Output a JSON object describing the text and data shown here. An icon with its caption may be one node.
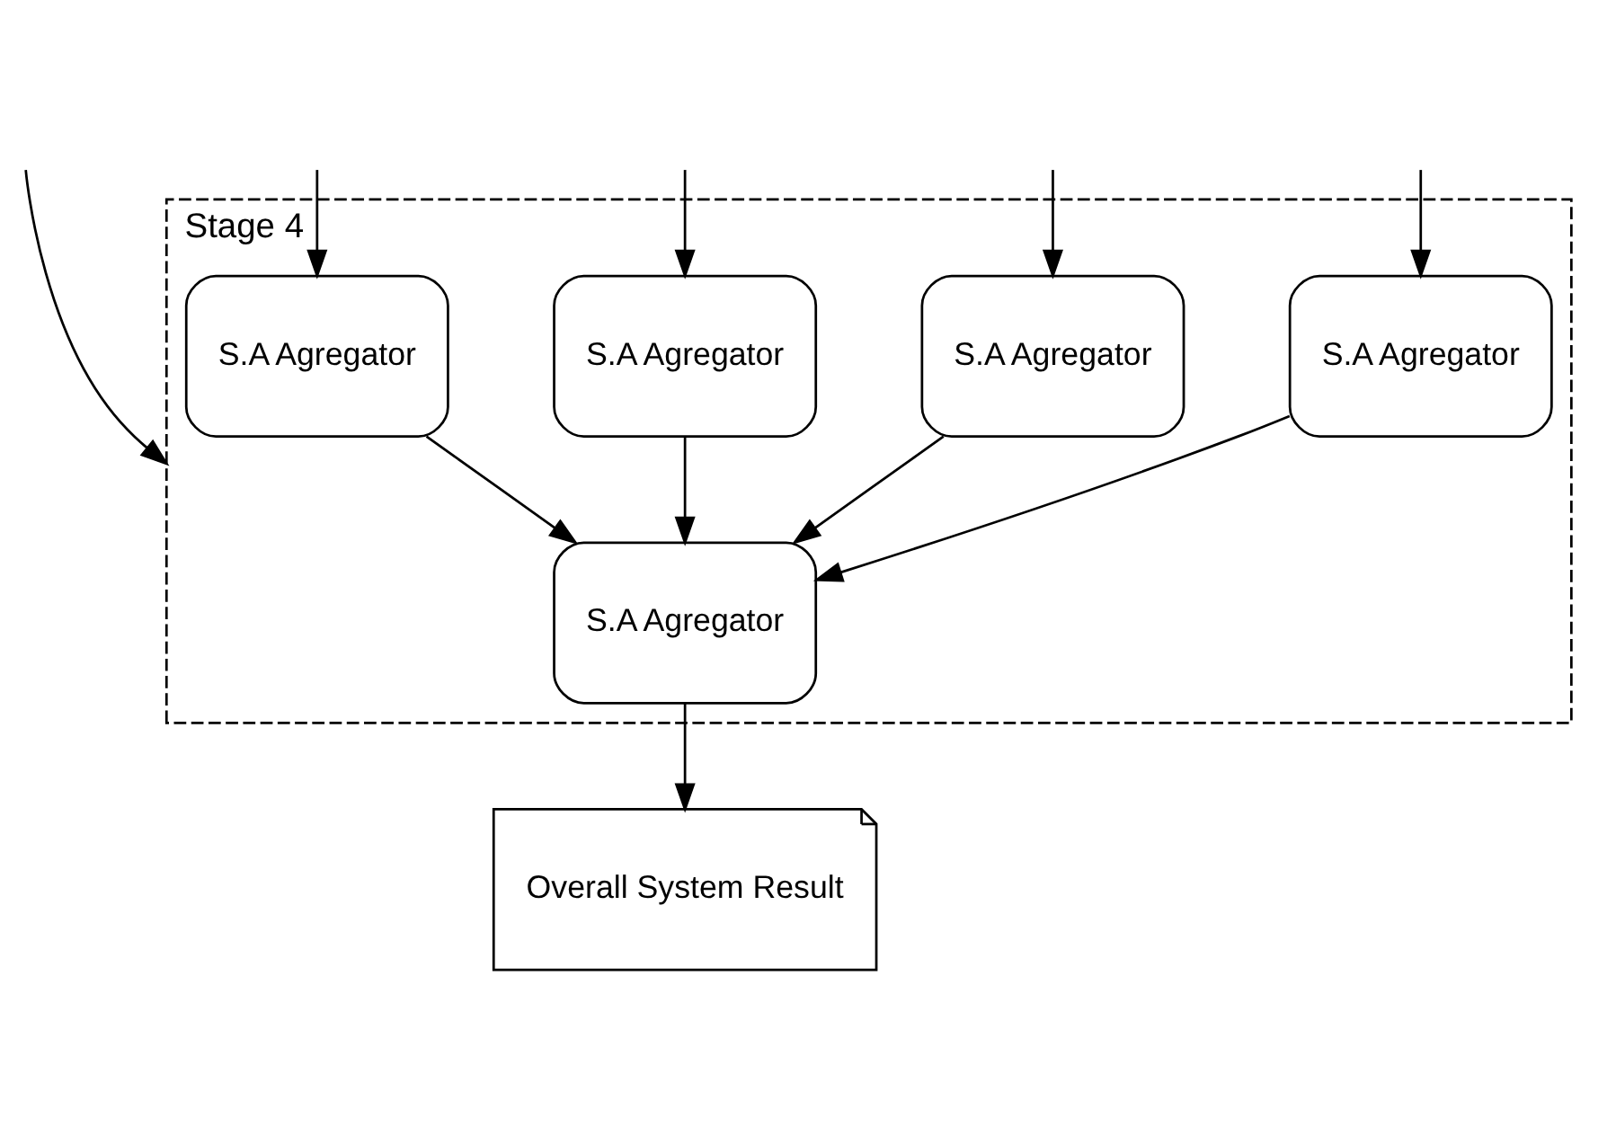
{
  "diagram": {
    "nodes": [
      {
        "text": [
          "Stage 4"
        ]
      },
      {
        "text": [
          "S.A Agregator"
        ],
        "in": 0
      },
      {
        "text": [
          "S.A Agregator"
        ],
        "in": 0
      },
      {
        "text": [
          "S.A Agregator"
        ],
        "in": 0
      },
      {
        "text": [
          "S.A Agregator"
        ],
        "in": 0
      },
      {
        "text": [
          "S.A Agregator"
        ],
        "in": 0
      },
      {
        "text": [
          "Overall System Result"
        ]
      }
    ],
    "edges": [
      {
        "from": null,
        "to": 1,
        "arrow": "to"
      },
      {
        "from": null,
        "to": 2,
        "arrow": "to"
      },
      {
        "from": null,
        "to": 3,
        "arrow": "to"
      },
      {
        "from": null,
        "to": 4,
        "arrow": "to"
      },
      {
        "from": null,
        "to": 0,
        "arrow": "to"
      },
      {
        "from": 1,
        "to": 5,
        "arrow": "to"
      },
      {
        "from": 2,
        "to": 5,
        "arrow": "to"
      },
      {
        "from": 3,
        "to": 5,
        "arrow": "to"
      },
      {
        "from": 4,
        "to": 5,
        "arrow": "to"
      },
      {
        "from": 5,
        "to": 6,
        "arrow": "to"
      }
    ]
  }
}
